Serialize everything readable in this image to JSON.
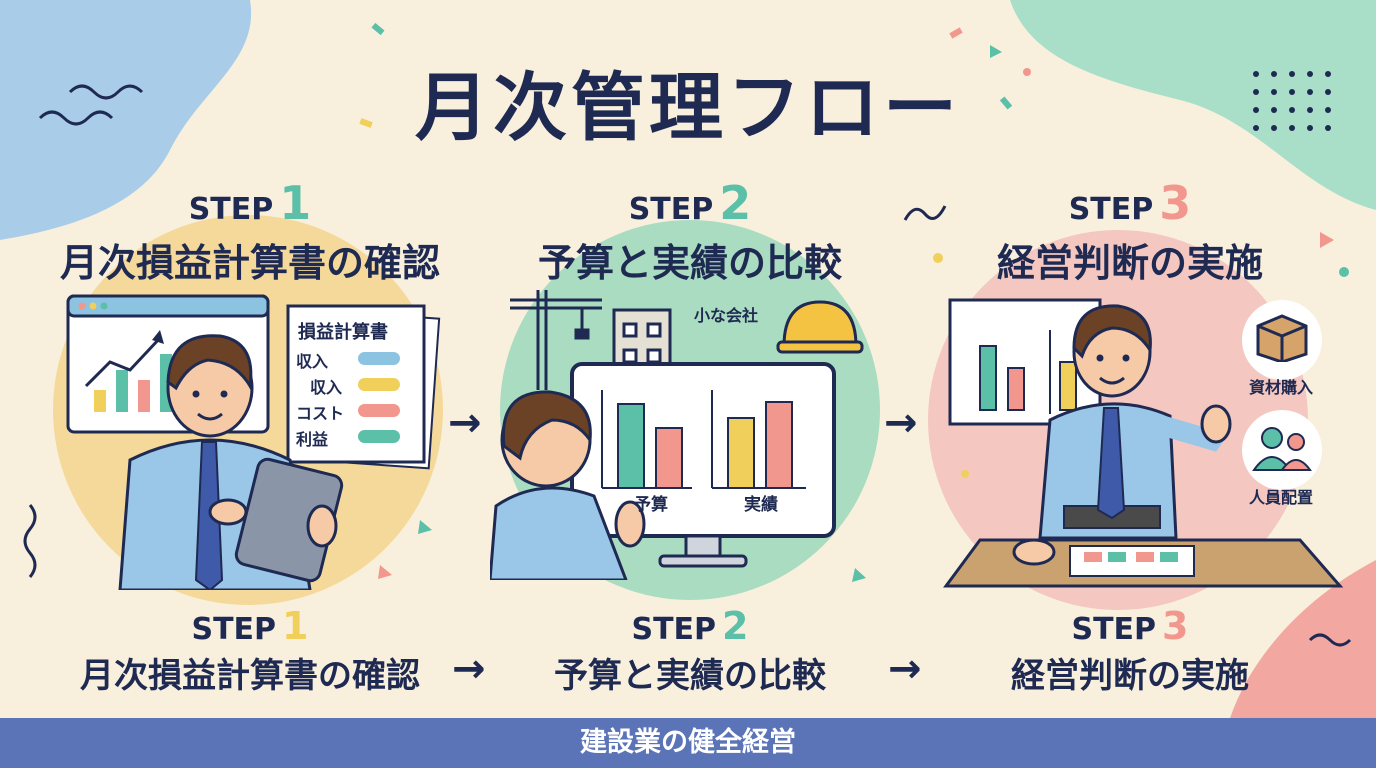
{
  "title": "月次管理フロー",
  "steps": [
    {
      "label": "STEP",
      "num": "1",
      "text": "月次損益計算書の確認"
    },
    {
      "label": "STEP",
      "num": "2",
      "text": "予算と実績の比較"
    },
    {
      "label": "STEP",
      "num": "3",
      "text": "経営判断の実施"
    }
  ],
  "pl_doc": {
    "title": "損益計算書",
    "rows": [
      "収入",
      "収入",
      "コスト",
      "利益"
    ]
  },
  "panel2": {
    "company_label": "小な会社",
    "budget_label": "予算",
    "actual_label": "実績"
  },
  "panel3": {
    "materials_label": "資材購入",
    "staff_label": "人員配置"
  },
  "arrow_glyph": "→",
  "footer": "建設業の健全経営",
  "colors": {
    "navy": "#1f2a52",
    "teal": "#5cbfa8",
    "pink": "#f2978d",
    "yellow": "#f0cf5a",
    "blue": "#8cc3e0",
    "footer": "#5b74b8"
  }
}
